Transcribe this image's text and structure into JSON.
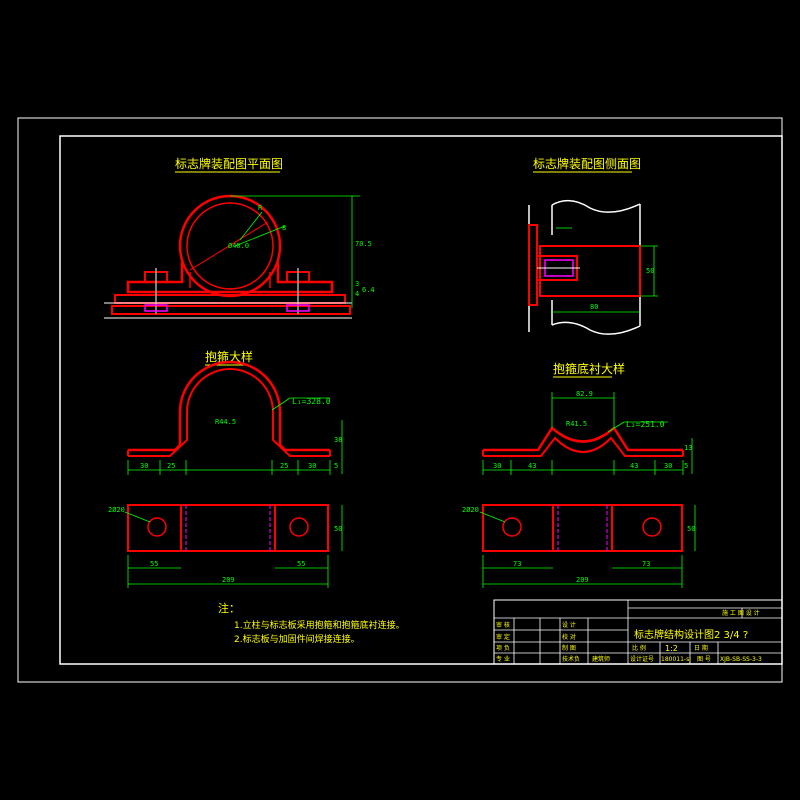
{
  "colors": {
    "background": "#000000",
    "frame": "#ffffff",
    "part": "#ff0000",
    "dimension": "#00ff00",
    "title": "#ffff00",
    "centerline": "#ff00ff",
    "bolt": "#ff00ff"
  },
  "views": {
    "plan_title": "标志牌装配图平面图",
    "side_title": "标志牌装配图侧面图",
    "hoop_title": "抱箍大样",
    "liner_title": "抱箍底衬大样"
  },
  "plan_dims": {
    "r": "R",
    "d1": "Ø40.0",
    "d2": "8",
    "h1": "70.5",
    "h2": "3",
    "h3": "4",
    "h4": "6.4"
  },
  "side_dims": {
    "h": "50",
    "w": "80"
  },
  "hoop_dims": {
    "len": "L₁=328.0",
    "r": "R44.5",
    "h": "38",
    "t": "5",
    "a": "30",
    "b": "25",
    "c": "25",
    "d": "30",
    "hole": "2Ø20",
    "plate_h": "50",
    "e": "55",
    "f": "55",
    "total": "209"
  },
  "liner_dims": {
    "len": "L₂=251.0",
    "top": "82.9",
    "r": "R41.5",
    "h": "13",
    "t": "5",
    "a": "30",
    "b": "43",
    "c": "43",
    "d": "30",
    "hole": "2Ø20",
    "plate_h": "50",
    "e": "73",
    "f": "73",
    "total": "209"
  },
  "notes": {
    "title": "注：",
    "line1": "1.立柱与标志板采用抱箍和抱箍底衬连接。",
    "line2": "2.标志板与加固件间焊接连接。"
  },
  "title_block": {
    "company": "施 工 图 设 计",
    "drawing_title": "标志牌结构设计图2 3/4 ?",
    "scale_label": "比 例",
    "scale": "1:2",
    "date_label": "日 期",
    "design_no_label": "设计证号",
    "design_no": "180011-sj",
    "drawing_no_label": "图 号",
    "drawing_no": "XJB-SB-SS-3-3",
    "rows": [
      {
        "left": "审 核",
        "mid": "设 计"
      },
      {
        "left": "审 定",
        "mid": "校 对"
      },
      {
        "left": "项 负",
        "mid": "制 图"
      },
      {
        "left": "专 业",
        "mid": "技术负",
        "extra": "建筑师"
      }
    ]
  }
}
